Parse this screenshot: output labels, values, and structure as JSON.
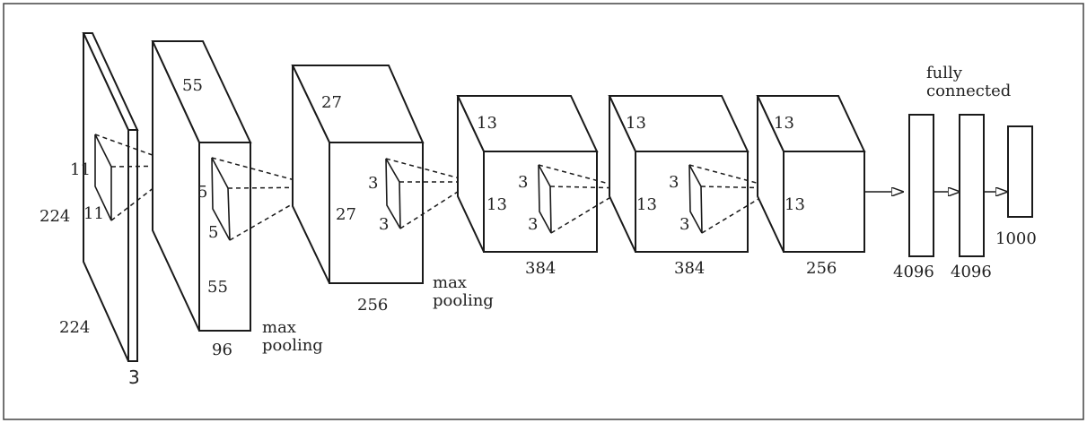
{
  "input": {
    "height": "224",
    "width": "224",
    "depth": "3",
    "kernel_h": "11",
    "kernel_w": "11"
  },
  "conv1": {
    "top": "55",
    "side": "55",
    "depth": "96",
    "kernel_h": "5",
    "kernel_w": "5",
    "pool": "max\npooling"
  },
  "conv2": {
    "top": "27",
    "side": "27",
    "depth": "256",
    "kernel_h": "3",
    "kernel_w": "3",
    "pool": "max\npooling"
  },
  "conv3": {
    "top": "13",
    "side": "13",
    "depth": "384",
    "kernel_h": "3",
    "kernel_w": "3"
  },
  "conv4": {
    "top": "13",
    "side": "13",
    "depth": "384",
    "kernel_h": "3",
    "kernel_w": "3"
  },
  "conv5": {
    "top": "13",
    "side": "13",
    "depth": "256"
  },
  "fc": {
    "title_line1": "fully",
    "title_line2": "connected",
    "fc1": "4096",
    "fc2": "4096",
    "fc3": "1000"
  },
  "colors": {
    "stroke": "#1a1a1a",
    "frame": "#444444",
    "text": "#222222"
  }
}
